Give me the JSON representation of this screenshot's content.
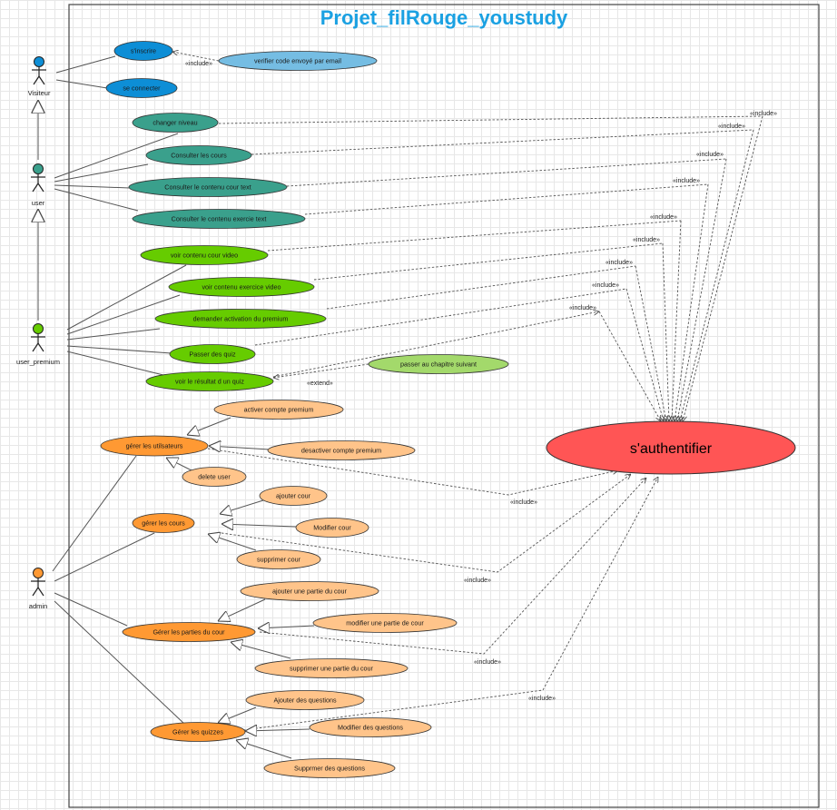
{
  "title": "Projet_filRouge_youstudy",
  "colors": {
    "title": "#1ba1e2",
    "visiteur": "#0d8ed6",
    "user": "#3aa08c",
    "premium": "#66cc00",
    "premium_light": "#a3d96b",
    "admin": "#ff9933",
    "admin_light": "#ffc48a",
    "auth": "#ff5555",
    "blue_light": "#75bde3"
  },
  "actors": {
    "visiteur": "Visiteur",
    "user": "user",
    "user_premium": "user_premium",
    "admin": "admin"
  },
  "usecases": {
    "sinscrire": "s'inscrire",
    "verifier": "verifier code envoyé par email",
    "connecter": "se connecter",
    "changer_niveau": "changer niveau",
    "consulter_cours": "Consulter les cours",
    "consulter_cour_text": "Consulter le contenu cour text",
    "consulter_exercice": "Consulter le contenu exercie text",
    "voir_cour_video": "voir contenu cour video",
    "voir_exercice_video": "voir contenu exercice video",
    "demander_activation": "demander activation du premium",
    "passer_quiz": "Passer des quiz",
    "voir_resultat": "voir le résultat d un quiz",
    "passer_chapitre": "passer au chapitre suivant",
    "activer_premium": "activer compte premium",
    "gerer_utilisateurs": "gérer les utilsateurs",
    "desactiver_premium": "desactiver compte premium",
    "delete_user": "delete user",
    "ajouter_cour": "ajouter cour",
    "gerer_cours": "gérer les cours",
    "modifier_cour": "Modifier cour",
    "supprimer_cour": "supprimer cour",
    "ajouter_partie": "ajouter une partie du cour",
    "gerer_parties": "Gérer les parties du cour",
    "modifier_partie": "modifier une partie de cour",
    "supprimer_partie": "supprimer une partie du cour",
    "ajouter_questions": "Ajouter des questions",
    "gerer_quizzes": "Gérer les quizzes",
    "modifier_questions": "Modifier des questions",
    "supprimer_questions": "Supprmer des questions",
    "authentifier": "s'authentifier"
  },
  "stereotypes": {
    "include": "«include»",
    "extend": "«extend»"
  }
}
